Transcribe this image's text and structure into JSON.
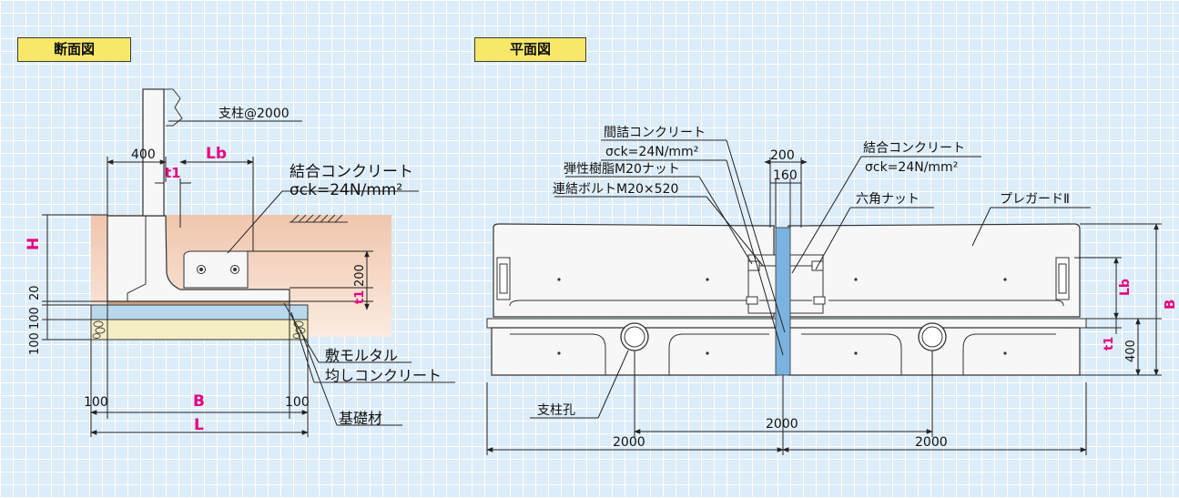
{
  "section": {
    "tag": "断面図",
    "post_label": "支柱@2000",
    "concrete_label": "結合コンクリート",
    "concrete_spec": "σck=24N/mm²",
    "dim_400": "400",
    "dim_Lb": "Lb",
    "dim_t1": "t1",
    "dim_H": "H",
    "dim_20": "20",
    "dim_100a": "100",
    "dim_100b": "100",
    "dim_200": "200",
    "dim_t1_side": "t1",
    "dim_100_left": "100",
    "dim_100_right": "100",
    "dim_B": "B",
    "dim_L": "L",
    "mortar_label": "敷モルタル",
    "leveling_label": "均しコンクリート",
    "base_label": "基礎材"
  },
  "plan": {
    "tag": "平面図",
    "filler_label": "間詰コンクリート",
    "filler_spec": "σck=24N/mm²",
    "nut_label": "弾性樹脂M20ナット",
    "bolt_label": "連結ボルトM20×520",
    "dim_200": "200",
    "dim_160": "160",
    "concrete_label": "結合コンクリート",
    "concrete_spec": "σck=24N/mm²",
    "hex_nut_label": "六角ナット",
    "product_label": "プレガードⅡ",
    "dim_Lb": "Lb",
    "dim_B": "B",
    "dim_t1": "t1",
    "dim_400": "400",
    "post_hole_label": "支柱孔",
    "dim_2000_mid": "2000",
    "dim_2000_left": "2000",
    "dim_2000_right": "2000"
  },
  "colors": {
    "accent": "#e6007e",
    "tag_bg": "#f7e86a",
    "soil": "#f1cdb6",
    "gravel": "#f5edc4",
    "leveling": "#b9d8ec",
    "filler": "#7ab3df"
  }
}
